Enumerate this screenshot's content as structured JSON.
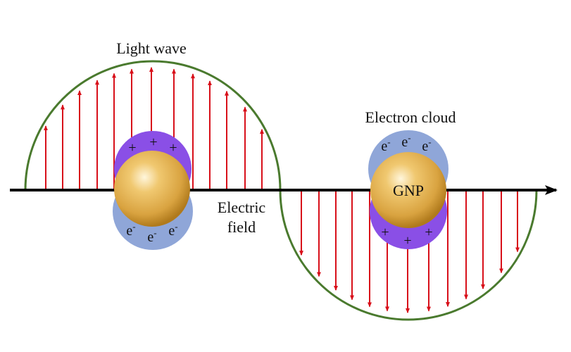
{
  "labels": {
    "light_wave": "Light wave",
    "electron_cloud": "Electron cloud",
    "electric_line1": "Electric",
    "electric_line2": "field",
    "gnp": "GNP"
  },
  "charges": {
    "plus": "+",
    "electron": "e",
    "electron_sup": "-"
  },
  "colors": {
    "wave": "#4a7a2e",
    "arrow": "#d8101a",
    "axis": "#000000",
    "cloud_blue": "#8fa6d8",
    "cloud_purple": "#8a4fe6",
    "particle": "#d9a340"
  }
}
